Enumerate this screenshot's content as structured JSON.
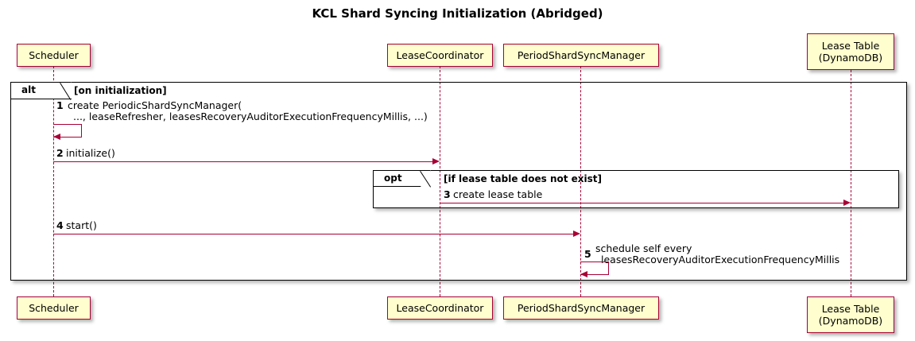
{
  "diagram": {
    "title": "KCL Shard Syncing Initialization (Abridged)",
    "type": "sequence-diagram",
    "colors": {
      "participant_fill": "#FEFECE",
      "participant_border": "#A80036",
      "arrow": "#A80036",
      "fragment_border": "#000000",
      "text": "#000000",
      "background": "#FFFFFF"
    }
  },
  "participants": [
    {
      "id": "scheduler",
      "label": "Scheduler",
      "lines": [
        "Scheduler"
      ]
    },
    {
      "id": "leasecoordinator",
      "label": "LeaseCoordinator",
      "lines": [
        "LeaseCoordinator"
      ]
    },
    {
      "id": "periodshardsyncmanager",
      "label": "PeriodShardSyncManager",
      "lines": [
        "PeriodShardSyncManager"
      ]
    },
    {
      "id": "leasetable",
      "label": "Lease Table (DynamoDB)",
      "lines": [
        "Lease Table",
        "(DynamoDB)"
      ]
    }
  ],
  "fragments": [
    {
      "id": "alt-on-initialization",
      "operator": "alt",
      "guard": "[on initialization]"
    },
    {
      "id": "opt-lease-table",
      "operator": "opt",
      "guard": "[if lease table does not exist]"
    }
  ],
  "messages": [
    {
      "number": "1",
      "from": "scheduler",
      "to": "scheduler",
      "kind": "self",
      "lines": [
        "create PeriodicShardSyncManager(",
        "..., leaseRefresher, leasesRecoveryAuditorExecutionFrequencyMillis, ...)"
      ]
    },
    {
      "number": "2",
      "from": "scheduler",
      "to": "leasecoordinator",
      "kind": "sync",
      "lines": [
        "initialize()"
      ]
    },
    {
      "number": "3",
      "from": "leasecoordinator",
      "to": "leasetable",
      "kind": "sync",
      "lines": [
        "create lease table"
      ]
    },
    {
      "number": "4",
      "from": "scheduler",
      "to": "periodshardsyncmanager",
      "kind": "sync",
      "lines": [
        "start()"
      ]
    },
    {
      "number": "5",
      "from": "periodshardsyncmanager",
      "to": "periodshardsyncmanager",
      "kind": "self",
      "lines": [
        "schedule self every",
        "leasesRecoveryAuditorExecutionFrequencyMillis"
      ]
    }
  ]
}
